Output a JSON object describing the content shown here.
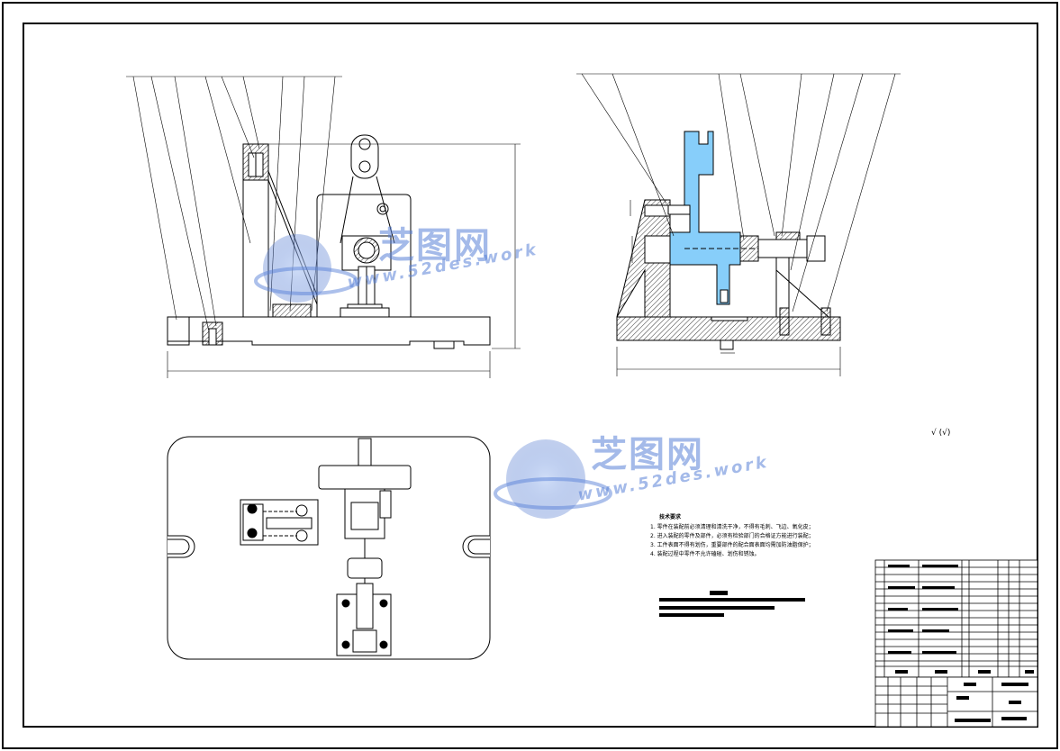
{
  "technical_requirements": {
    "title": "技术要求",
    "items": [
      "1. 零件在装配前必须清理和清洗干净，不得有毛刺、飞边、氧化皮；",
      "2. 进入装配的零件及部件，必须有检验部门的合格证方能进行装配；",
      "3. 工件表面不得有划伤，重要部件的配合面表面均需加防油脂保护；",
      "4. 装配过程中零件不允许磕碰、划伤和锈蚀。"
    ]
  },
  "roughness_note": "√ (√)",
  "watermarks": [
    {
      "brand": "芝图网",
      "url": "www.52des.work"
    },
    {
      "brand": "芝图网",
      "url": "www.52des.work"
    }
  ],
  "colors": {
    "line": "#000000",
    "section_fill": "#87cefa",
    "watermark": "#5a82d7"
  }
}
